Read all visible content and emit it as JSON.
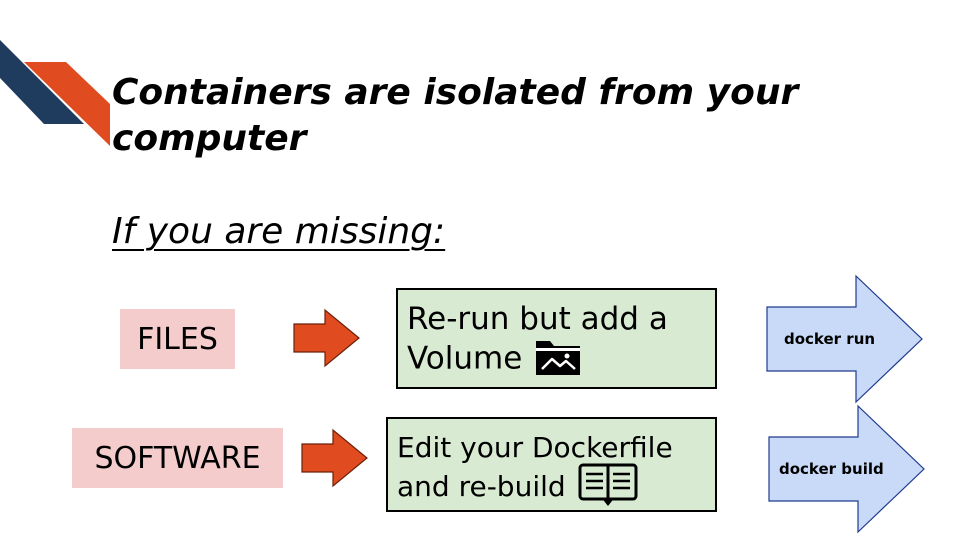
{
  "slide": {
    "title": "Containers are isolated from your computer",
    "subtitle": "If you are missing:",
    "accent_colors": {
      "navy": "#1f3b5e",
      "orange": "#e04b1f"
    }
  },
  "rows": [
    {
      "label": "FILES",
      "label_color": "#f4cccc",
      "action_lines": [
        "Re-run but add a",
        "Volume"
      ],
      "action_icon": "image-folder-icon",
      "action_color": "#d9ead3",
      "command": "docker run",
      "command_color": "#c9daf8"
    },
    {
      "label": "SOFTWARE",
      "label_color": "#f4cccc",
      "action_lines": [
        "Edit your Dockerfile",
        "and re-build"
      ],
      "action_icon": "open-book-icon",
      "action_color": "#d9ead3",
      "command": "docker build",
      "command_color": "#c9daf8"
    }
  ],
  "arrow_color": "#e04b1f"
}
